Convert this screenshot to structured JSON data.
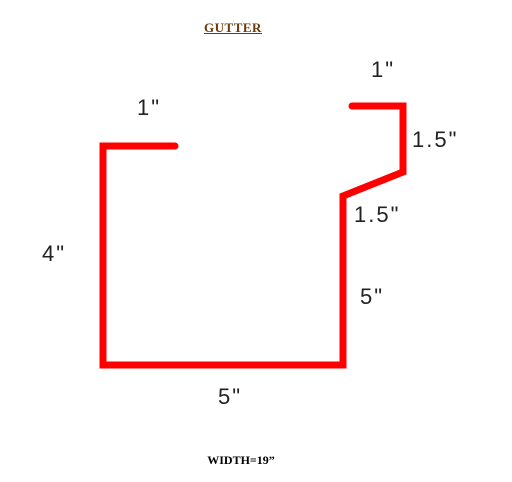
{
  "title": "GUTTER",
  "footer": "WIDTH=19”",
  "colors": {
    "profile": "#ff0000",
    "title": "#6b3a0a",
    "text": "#222222"
  },
  "dimensions": {
    "left_lip": "1\"",
    "left_side": "4\"",
    "bottom": "5\"",
    "right_side": "5\"",
    "slope": "1.5\"",
    "right_upper": "1.5\"",
    "right_lip": "1\""
  }
}
